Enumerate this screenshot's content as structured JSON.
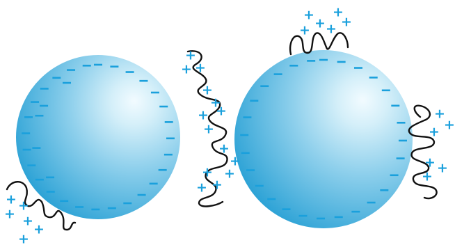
{
  "diagram": {
    "colors": {
      "particle_light": "#f2fbff",
      "particle_mid": "#8fd0ec",
      "particle_dark": "#2ea3d6",
      "negative_charge": "#1aa0dc",
      "positive_charge": "#1aa0dc",
      "polymer_chain": "#111111",
      "background": "#ffffff"
    },
    "particles": [
      {
        "name": "left-particle",
        "surface_charge": "negative"
      },
      {
        "name": "right-particle",
        "surface_charge": "negative"
      }
    ],
    "polymer_chains": [
      {
        "name": "left-bottom-chain",
        "charge": "positive"
      },
      {
        "name": "bridge-chain",
        "charge": "positive"
      },
      {
        "name": "right-top-chain",
        "charge": "positive"
      },
      {
        "name": "right-side-chain",
        "charge": "positive"
      }
    ],
    "symbols": {
      "negative": "−",
      "positive": "+"
    }
  }
}
